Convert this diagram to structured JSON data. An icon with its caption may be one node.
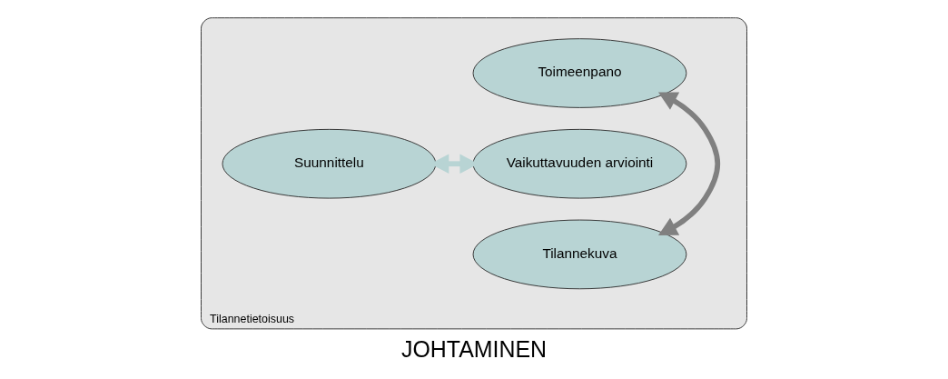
{
  "diagram": {
    "caption": "JOHTAMINEN",
    "nodes": [
      {
        "text": [
          "Tilannetietoisuus"
        ]
      },
      {
        "text": [
          "Toimeenpano"
        ],
        "in": 0
      },
      {
        "text": [
          "Suunnittelu"
        ],
        "in": 0
      },
      {
        "text": [
          "Vaikuttavuuden arviointi"
        ],
        "in": 0
      },
      {
        "text": [
          "Tilannekuva"
        ],
        "in": 0
      }
    ],
    "edges": [
      {
        "from": 1,
        "to": 4,
        "arrow": "both",
        "color": "#808080"
      },
      {
        "from": 2,
        "to": 3,
        "arrow": "both",
        "color": "#b8d4d4"
      }
    ]
  }
}
